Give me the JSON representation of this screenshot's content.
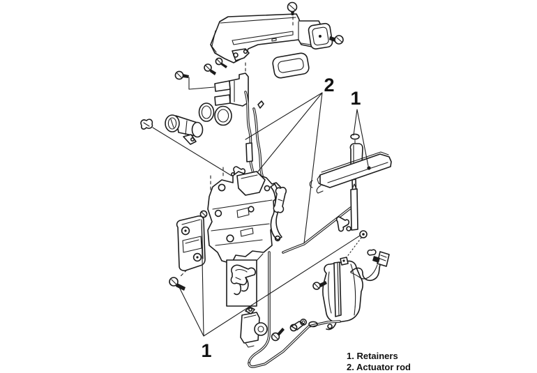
{
  "canvas": {
    "background": "#ffffff",
    "ink": "#1c1c1c"
  },
  "callouts": [
    {
      "id": "callout-2",
      "label": "2"
    },
    {
      "id": "callout-1-upper",
      "label": "1"
    },
    {
      "id": "callout-1-lower",
      "label": "1"
    }
  ],
  "legend": {
    "items": [
      {
        "label": "1. Retainers"
      },
      {
        "label": "2. Actuator rod"
      }
    ]
  }
}
